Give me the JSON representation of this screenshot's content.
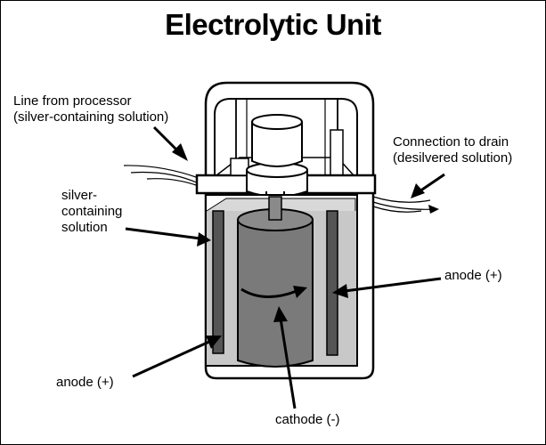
{
  "title": "Electrolytic Unit",
  "labels": {
    "line_from_processor": [
      "Line from processor",
      "(silver-containing solution)"
    ],
    "connection_to_drain": [
      "Connection to drain",
      "(desilvered solution)"
    ],
    "silver_solution": [
      "silver-",
      "containing",
      "solution"
    ],
    "anode_right": "anode (+)",
    "anode_left": "anode (+)",
    "cathode": "cathode (-)"
  }
}
